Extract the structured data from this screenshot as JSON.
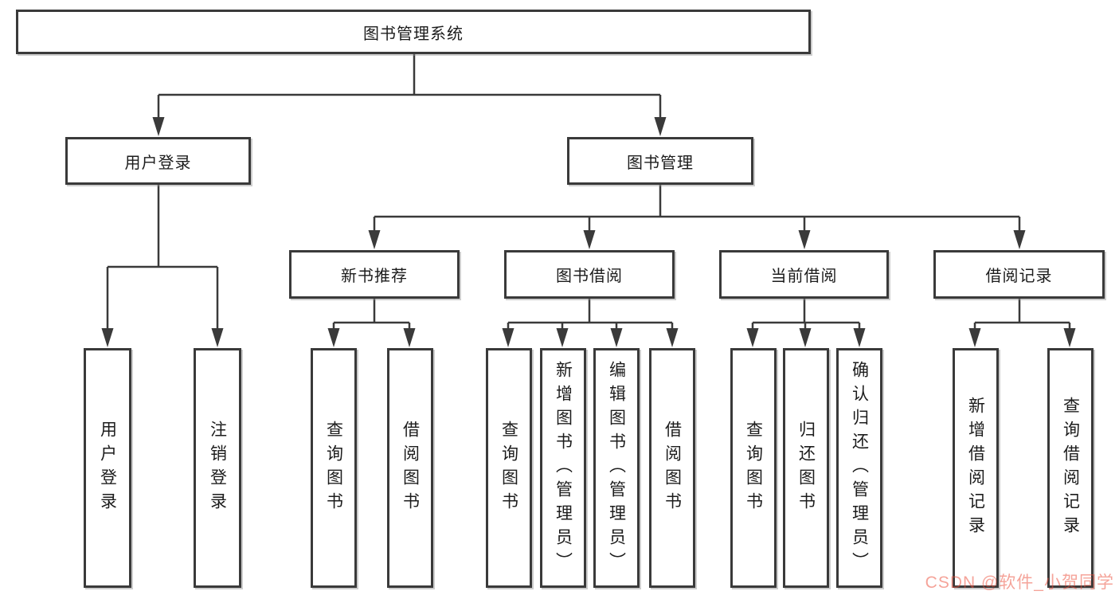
{
  "diagram": {
    "root": {
      "label": "图书管理系统"
    },
    "branches": [
      {
        "label": "用户登录"
      },
      {
        "label": "图书管理"
      }
    ],
    "modules": [
      {
        "label": "新书推荐"
      },
      {
        "label": "图书借阅"
      },
      {
        "label": "当前借阅"
      },
      {
        "label": "借阅记录"
      }
    ],
    "leaves": {
      "user_login": [
        "用户登录",
        "注销登录"
      ],
      "new_book": [
        "查询图书",
        "借阅图书"
      ],
      "book_borrow": [
        "查询图书",
        "新增图书（管理员）",
        "编辑图书（管理员）",
        "借阅图书"
      ],
      "current_borrow": [
        "查询图书",
        "归还图书",
        "确认归还（管理员）"
      ],
      "borrow_records": [
        "新增借阅记录",
        "查询借阅记录"
      ]
    }
  },
  "watermark": {
    "text": "CSDN @软件_小贺同学",
    "color": "#ec4e3c"
  },
  "colors": {
    "line": "#3a3a3a",
    "box_border": "#3a3a3a",
    "text": "#1c1c1c",
    "background": "#ffffff"
  }
}
